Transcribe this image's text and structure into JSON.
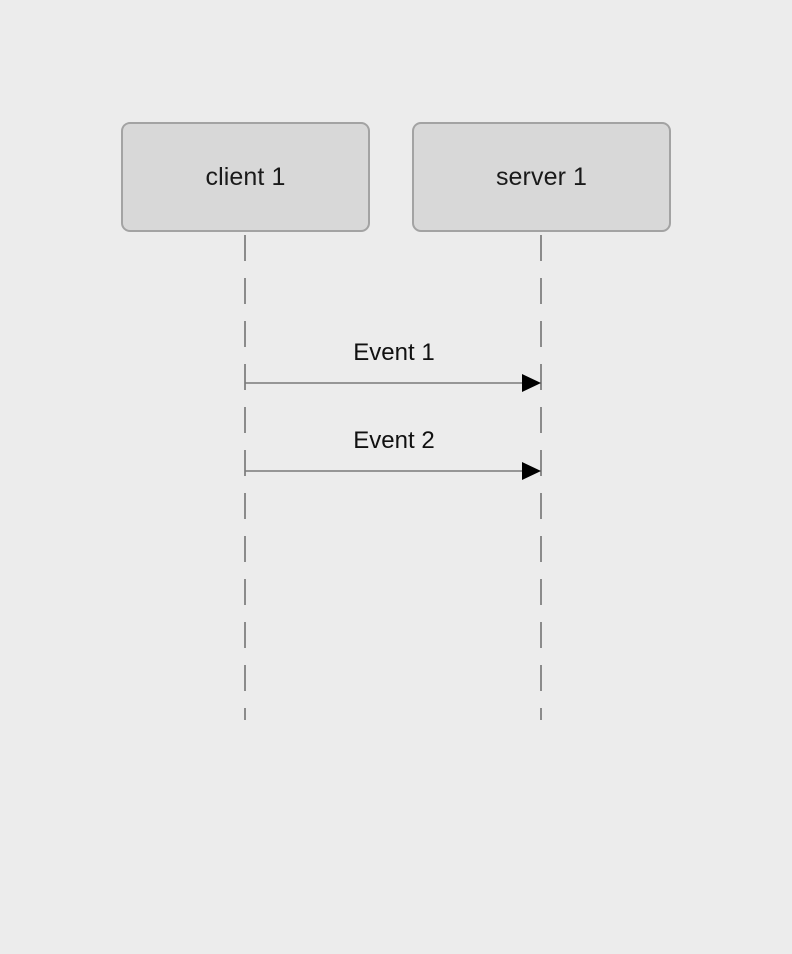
{
  "diagram": {
    "participants": [
      {
        "id": "client",
        "label": "client 1"
      },
      {
        "id": "server",
        "label": "server 1"
      }
    ],
    "messages": [
      {
        "label": "Event 1",
        "from": "client 1",
        "to": "server 1"
      },
      {
        "label": "Event 2",
        "from": "client 1",
        "to": "server 1"
      }
    ]
  },
  "colors": {
    "background": "#ececec",
    "box_fill": "#d8d8d8",
    "box_border": "#a3a3a3",
    "lifeline": "#6b6b6b",
    "arrow": "#7a7a7a",
    "arrowhead": "#000000"
  }
}
